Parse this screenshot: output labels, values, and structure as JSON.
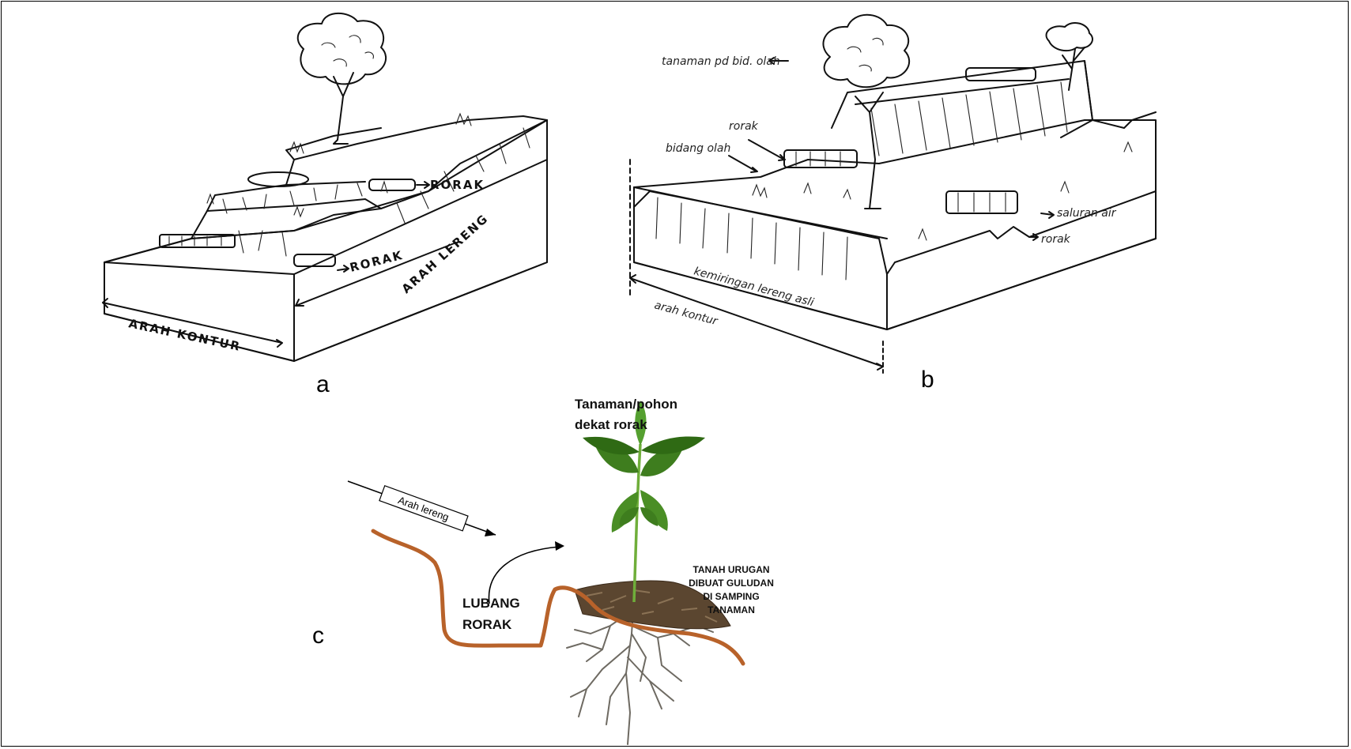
{
  "panels": {
    "a": {
      "letter": "a",
      "labels": {
        "rorak_upper": "RORAK",
        "rorak_lower": "RORAK",
        "slope_direction": "ARAH LERENG",
        "contour_direction": "ARAH KONTUR"
      }
    },
    "b": {
      "letter": "b",
      "labels": {
        "plants_on_field": "tanaman pd bid. olah",
        "rorak": "rorak",
        "tilled_field": "bidang olah",
        "water_channel": "saluran air",
        "rorak_right": "rorak",
        "original_slope": "kemiringan lereng asli",
        "contour_direction": "arah kontur"
      }
    },
    "c": {
      "letter": "c",
      "labels": {
        "plant_title_line1": "Tanaman/pohon",
        "plant_title_line2": "dekat rorak",
        "slope_arrow": "Arah lereng",
        "pit_line1": "LUBANG",
        "pit_line2": "RORAK",
        "fill_line1": "TANAH URUGAN",
        "fill_line2": "DIBUAT GULUDAN",
        "fill_line3": "DI SAMPING",
        "fill_line4": "TANAMAN"
      },
      "colors": {
        "soil_line": "#B8622A",
        "soil_mound": "#5B4630",
        "leaf": "#3E7D1E",
        "stem": "#6FAE3A",
        "root": "#6E6A62"
      }
    }
  }
}
